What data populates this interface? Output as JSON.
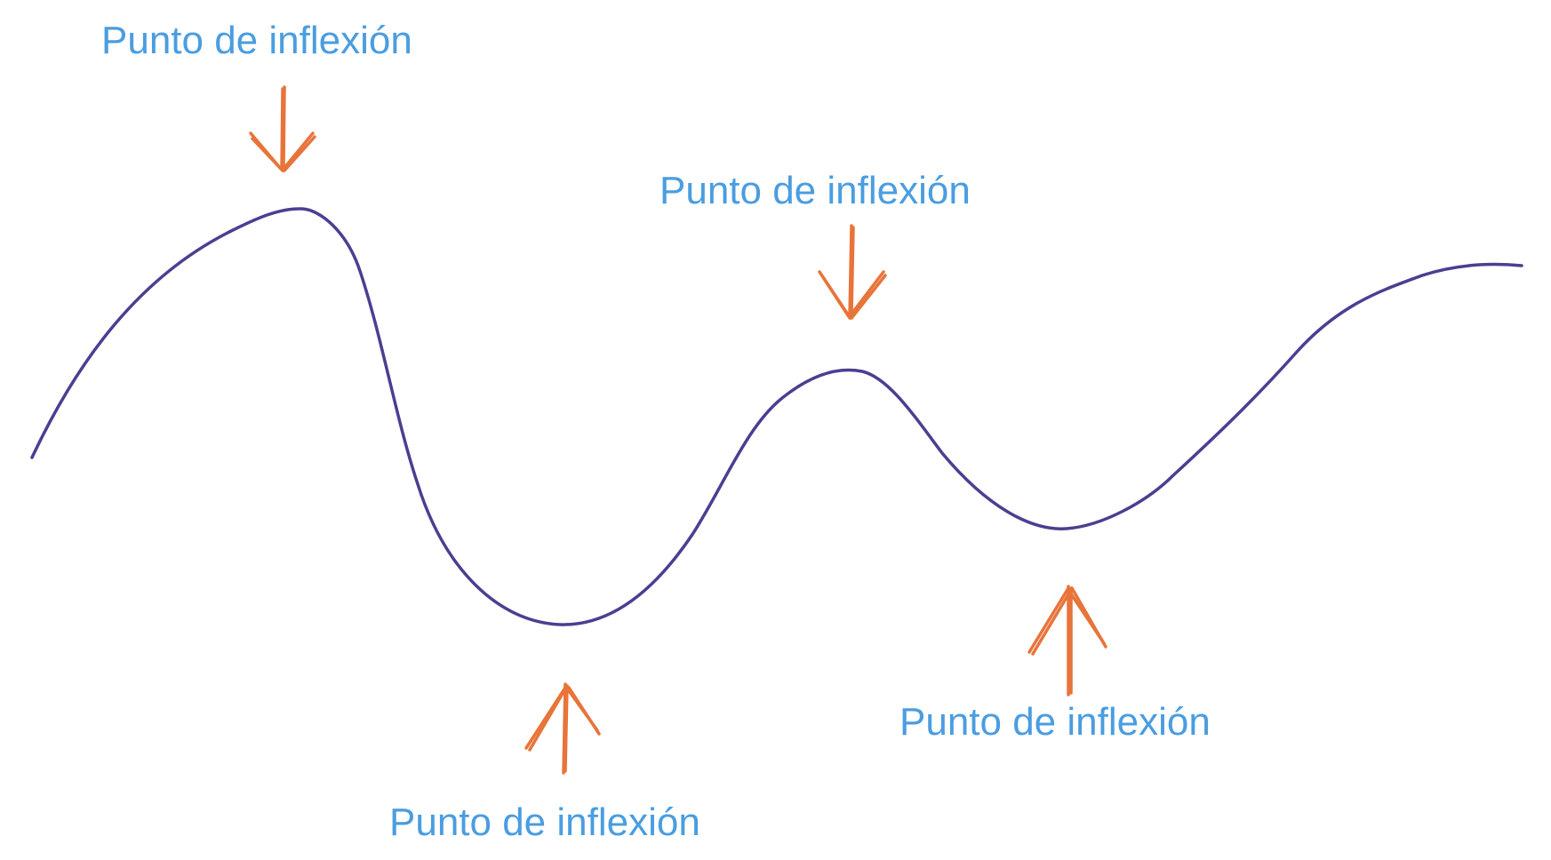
{
  "colors": {
    "curve": "#4a3f91",
    "arrow": "#e8743a",
    "label": "#4a9de0",
    "background": "#ffffff"
  },
  "icons": {
    "arrow_down": "arrow-down-icon",
    "arrow_up": "arrow-up-icon"
  },
  "annotations": [
    {
      "label": "Punto de inflexión",
      "arrow": "down"
    },
    {
      "label": "Punto de inflexión",
      "arrow": "up"
    },
    {
      "label": "Punto de inflexión",
      "arrow": "down"
    },
    {
      "label": "Punto de inflexión",
      "arrow": "up"
    }
  ]
}
